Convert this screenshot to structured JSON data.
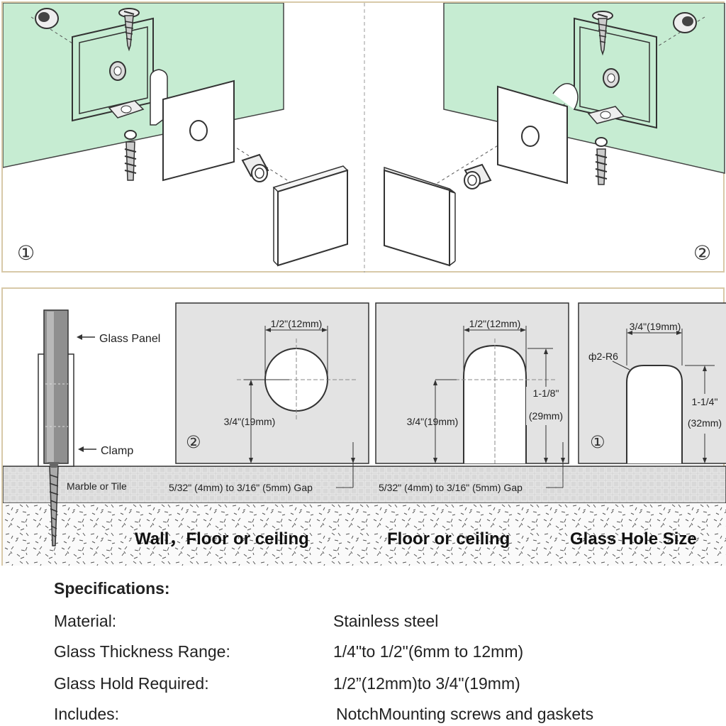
{
  "assembly": {
    "left_number": "①",
    "right_number": "②"
  },
  "details": {
    "callouts": {
      "glass_panel": "Glass Panel",
      "clamp": "Clamp",
      "marble_tile": "Marble or Tile"
    },
    "gap_label": "5/32\" (4mm) to 3/16\" (5mm) Gap",
    "card_round": {
      "number": "②",
      "width": "1/2\"(12mm)",
      "height": "3/4\"(19mm)"
    },
    "card_notch": {
      "width": "1/2\"(12mm)",
      "height": "3/4\"(19mm)",
      "depth_line1": "1-1/8\"",
      "depth_line2": "(29mm)"
    },
    "card_square": {
      "number": "①",
      "width": "3/4\"(19mm)",
      "radius": "ф2-R6",
      "depth_line1": "1-1/4\"",
      "depth_line2": "(32mm)"
    },
    "captions": {
      "wall": "Wall，Floor or ceiling",
      "floor": "Floor or ceiling",
      "hole": "Glass Hole Size"
    }
  },
  "specifications": {
    "title": "Specifications:",
    "rows": [
      {
        "label": "Material:",
        "value": "Stainless steel"
      },
      {
        "label": "Glass Thickness Range:",
        "value": "1/4\"to 1/2\"(6mm to 12mm)"
      },
      {
        "label": "Glass Hold Required:",
        "value": "1/2”(12mm)to 3/4\"(19mm)"
      },
      {
        "label": "Includes:",
        "value": "NotchMounting screws and gaskets"
      }
    ]
  }
}
